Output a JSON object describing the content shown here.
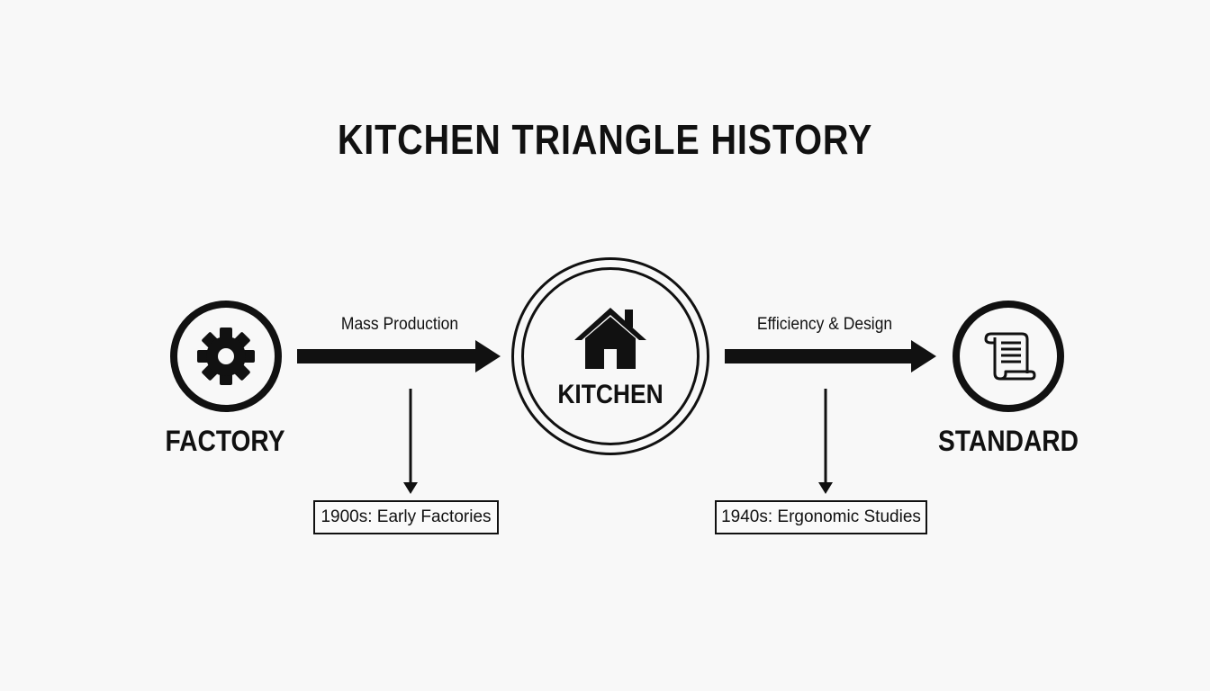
{
  "title": "KITCHEN TRIANGLE HISTORY",
  "nodes": {
    "factory": {
      "label": "FACTORY",
      "icon": "gear-icon"
    },
    "kitchen": {
      "label": "KITCHEN",
      "icon": "house-icon"
    },
    "standard": {
      "label": "STANDARD",
      "icon": "scroll-document-icon"
    }
  },
  "flows": [
    {
      "label": "Mass Production",
      "from": "factory",
      "to": "kitchen"
    },
    {
      "label": "Efficiency & Design",
      "from": "kitchen",
      "to": "standard"
    }
  ],
  "events": [
    {
      "label": "1900s: Early Factories"
    },
    {
      "label": "1940s: Ergonomic Studies"
    }
  ],
  "colors": {
    "ink": "#111111",
    "background": "#f8f8f8"
  }
}
